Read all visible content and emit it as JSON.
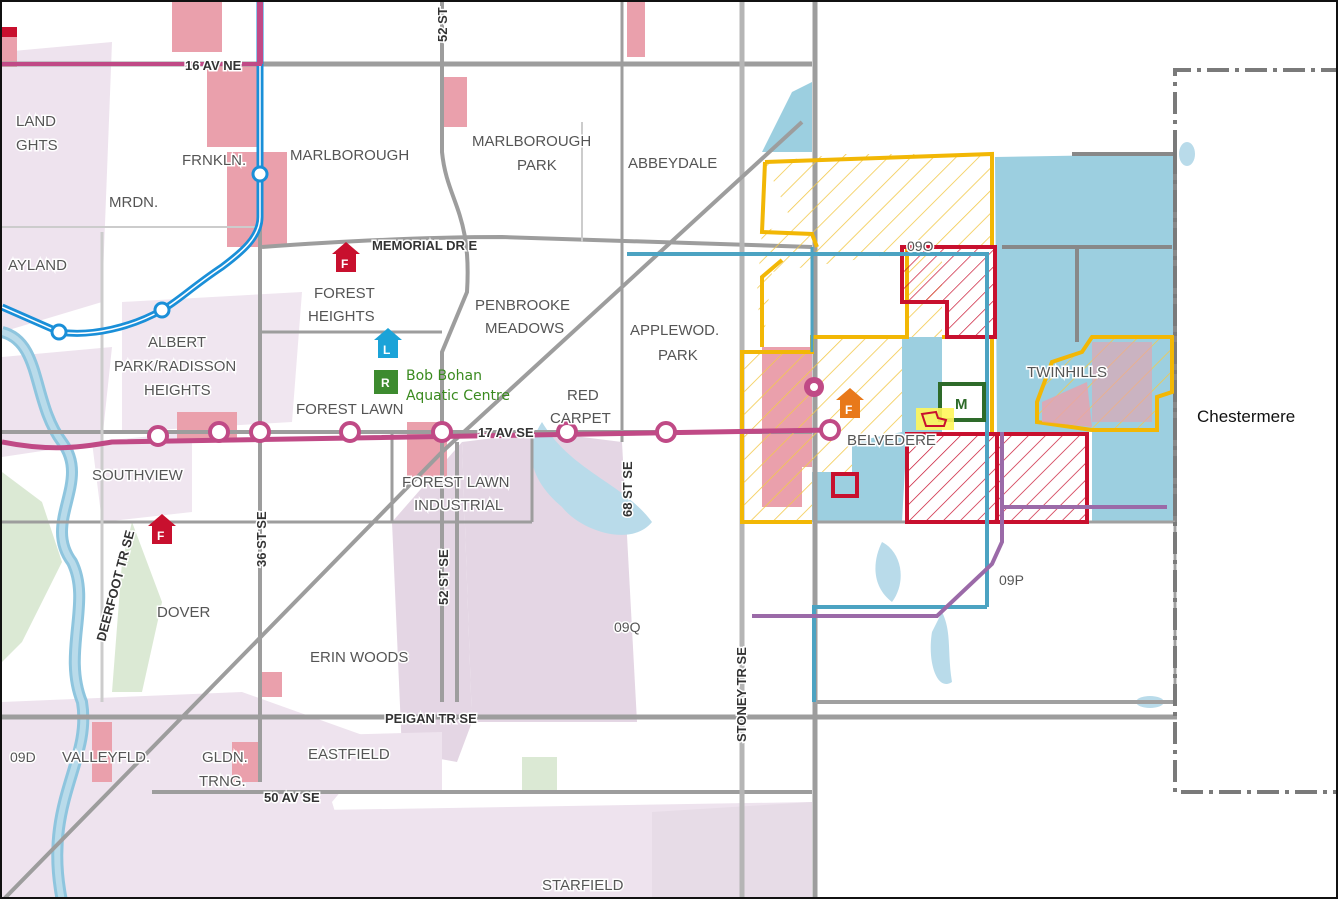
{
  "map": {
    "region": "Chestermere",
    "communities": {
      "land_heights": "LAND\nGHTS",
      "frankln": "FRNKLN.",
      "marlborough": "MARLBOROUGH",
      "marlborough_park_1": "MARLBOROUGH",
      "marlborough_park_2": "PARK",
      "abbeydale": "ABBEYDALE",
      "mrdn": "MRDN.",
      "ayland": "AYLAND",
      "forest_heights_1": "FOREST",
      "forest_heights_2": "HEIGHTS",
      "penbrooke_1": "PENBROOKE",
      "penbrooke_2": "MEADOWS",
      "applewood_1": "APPLEWOD.",
      "applewood_2": "PARK",
      "albert_1": "ALBERT",
      "albert_2": "PARK/RADISSON",
      "albert_3": "HEIGHTS",
      "forest_lawn": "FOREST LAWN",
      "red_carpet_1": "RED",
      "red_carpet_2": "CARPET",
      "belvedere": "BELVEDERE",
      "southview": "SOUTHVIEW",
      "fl_industrial_1": "FOREST LAWN",
      "fl_industrial_2": "INDUSTRIAL",
      "twinhills": "TWINHILLS",
      "dover": "DOVER",
      "erin_woods": "ERIN WOODS",
      "valleyfld": "VALLEYFLD.",
      "gldn_1": "GLDN.",
      "gldn_2": "TRNG.",
      "eastfield": "EASTFIELD",
      "starfield": "STARFIELD"
    },
    "roads": {
      "av16": "16 AV NE",
      "memorial": "MEMORIAL DR E",
      "av17": "17 AV SE",
      "st52n": "52 ST",
      "st36": "36 ST SE",
      "st52s": "52 ST SE",
      "st68": "68 ST SE",
      "deerfoot": "DEERFOOT TR SE",
      "stoney": "STONEY TR SE",
      "peigan": "PEIGAN TR SE",
      "av50": "50 AV SE"
    },
    "areas": {
      "a09o": "09O",
      "a09p": "09P",
      "a09q": "09Q",
      "a09d": "09D"
    },
    "facility": {
      "name_1": "Bob Bohan",
      "name_2": "Aquatic Centre"
    },
    "icons": {
      "fire": "F",
      "library": "L",
      "rec": "R",
      "municipal": "M"
    },
    "colors": {
      "transit_blue": "#1a8fd8",
      "brt_magenta": "#c04a86",
      "boundary_yellow": "#f2b705",
      "boundary_red": "#c8102e",
      "water_blue": "#9ccfe0",
      "industrial_lilac": "#e4d6e4",
      "commercial_pink": "#eaa0ac",
      "fire_red": "#c8102e",
      "fire_orange": "#e8791a",
      "library_blue": "#1ba3d8",
      "rec_green": "#3d8b2f",
      "municipal_green": "#2e6b2a"
    }
  }
}
